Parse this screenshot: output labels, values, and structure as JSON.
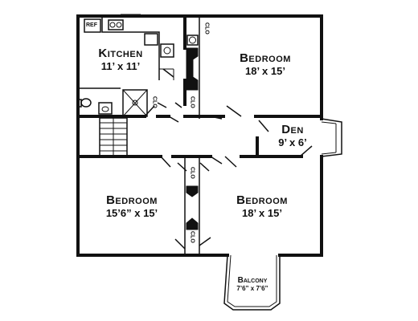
{
  "rooms": {
    "kitchen": {
      "name": "Kitchen",
      "dims": "11’ x 11’"
    },
    "bedroom_ne": {
      "name": "Bedroom",
      "dims": "18’ x 15’"
    },
    "den": {
      "name": "Den",
      "dims": "9’ x 6’"
    },
    "bedroom_sw": {
      "name": "Bedroom",
      "dims": "15’6” x 15’"
    },
    "bedroom_se": {
      "name": "Bedroom",
      "dims": "18’ x 15’"
    },
    "balcony": {
      "name": "Balcony",
      "dims": "7’6” x 7’6”"
    }
  },
  "fixtures": {
    "refrigerator": "REF",
    "closet": "CLO"
  }
}
